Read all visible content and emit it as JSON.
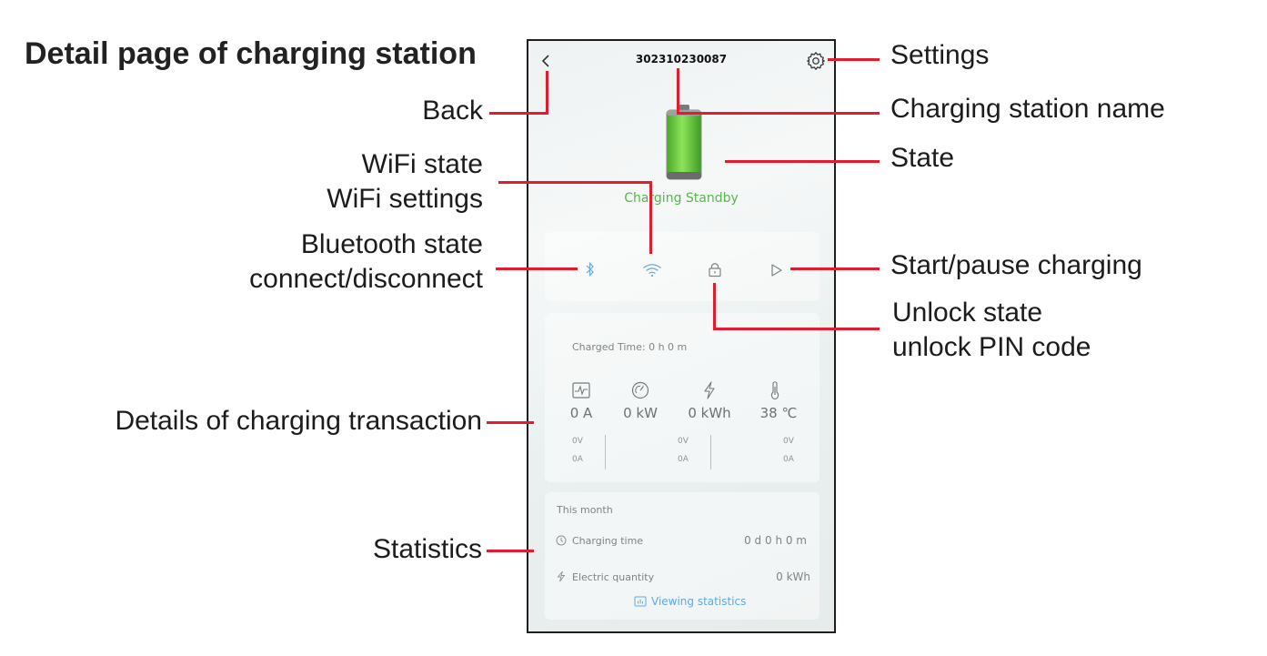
{
  "heading": "Detail page of charging station",
  "labels": {
    "back": "Back",
    "wifi_line1": "WiFi state",
    "wifi_line2": "WiFi settings",
    "bt_line1": "Bluetooth state",
    "bt_line2": "connect/disconnect",
    "details": "Details of charging transaction",
    "statistics": "Statistics",
    "settings": "Settings",
    "name": "Charging station name",
    "state": "State",
    "start_pause": "Start/pause charging",
    "unlock_line1": "Unlock state",
    "unlock_line2": "unlock PIN code"
  },
  "phone": {
    "station_id": "302310230087",
    "status": "Charging Standby",
    "charged_time": "Charged Time: 0 h 0 m",
    "metrics": [
      {
        "value": "0 A",
        "icon": "waveform-icon"
      },
      {
        "value": "0 kW",
        "icon": "gauge-icon"
      },
      {
        "value": "0 kWh",
        "icon": "lightning-icon"
      },
      {
        "value": "38 ℃",
        "icon": "thermometer-icon"
      }
    ],
    "phases": [
      {
        "v": "0V",
        "a": "0A"
      },
      {
        "v": "0V",
        "a": "0A"
      },
      {
        "v": "0V",
        "a": "0A"
      }
    ],
    "stats": {
      "period": "This month",
      "charging_time_label": "Charging time",
      "charging_time_value": "0 d 0 h 0 m",
      "electric_label": "Electric quantity",
      "electric_value": "0 kWh",
      "link": "Viewing statistics"
    }
  },
  "colors": {
    "callout_line": "#e21b2d",
    "status_green": "#55b84a",
    "link_blue": "#5ea9e6"
  }
}
